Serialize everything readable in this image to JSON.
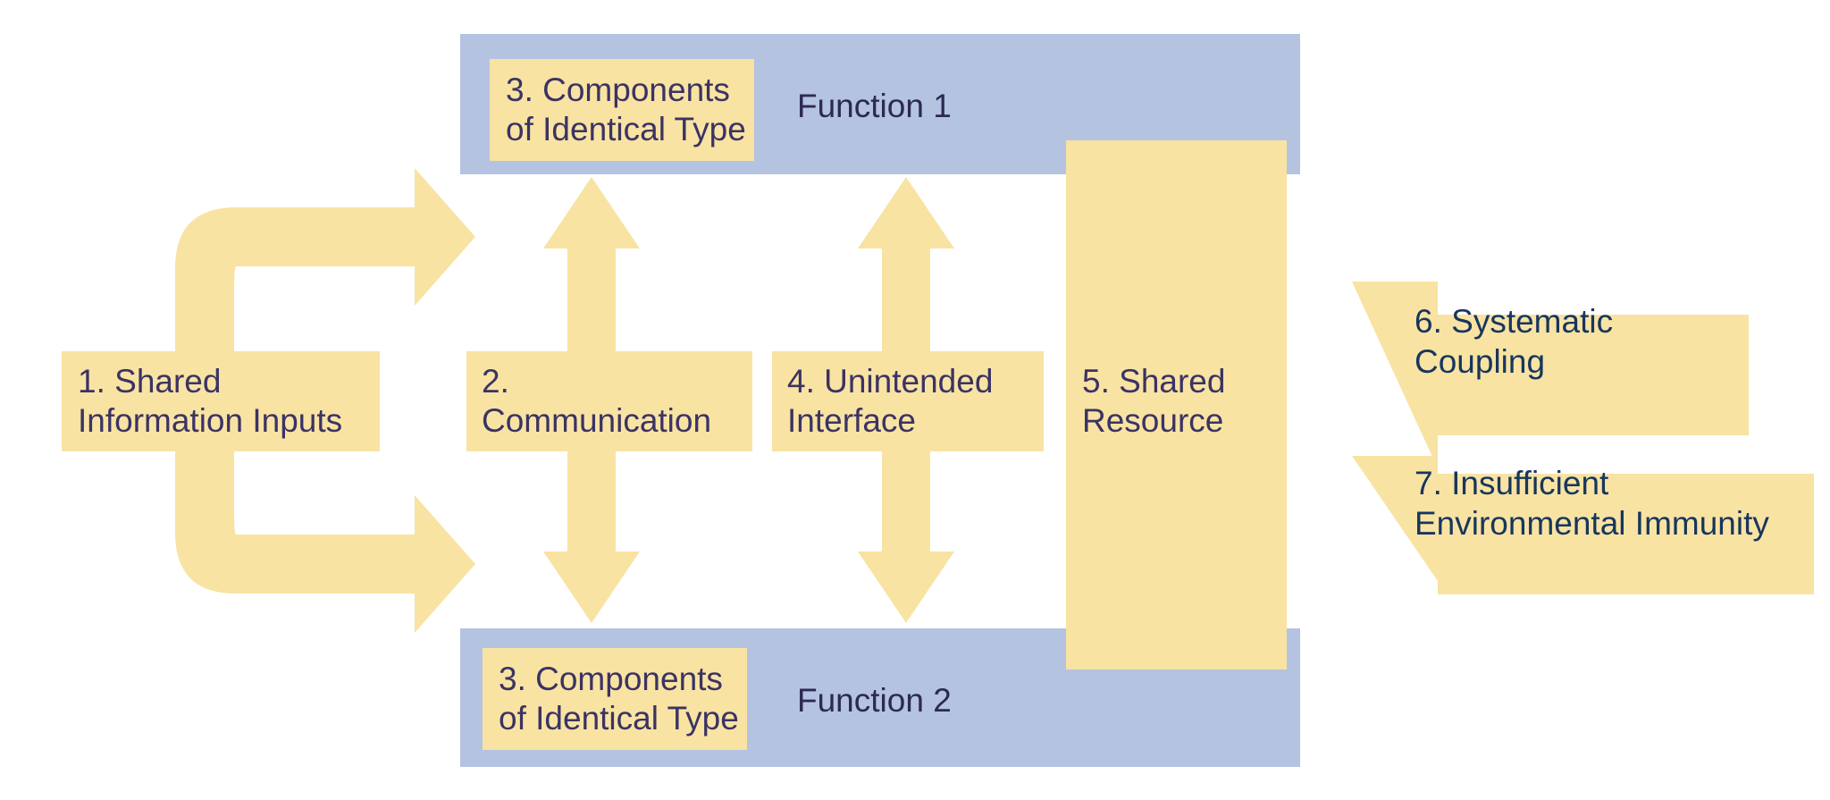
{
  "diagram": {
    "title": "Shared-resource / coupling interaction diagram",
    "colors": {
      "yellow": "#F8E3A3",
      "blue": "#B4C3E0",
      "text_dark_blue": "#17365D",
      "text_purple": "#3B3363",
      "background": "#FFFFFF"
    },
    "functions": [
      {
        "id": "function-1",
        "name": "Function 1",
        "component_label": "3. Components\nof Identical Type"
      },
      {
        "id": "function-2",
        "name": "Function 2",
        "component_label": "3. Components\nof Identical Type"
      }
    ],
    "labels": {
      "shared_information_inputs": "1. Shared\nInformation Inputs",
      "communication": "2.\nCommunication",
      "unintended_interface": "4. Unintended\nInterface",
      "shared_resource": "5. Shared\nResource",
      "systematic_coupling": "6. Systematic\nCoupling",
      "insufficient_environmental_immunity": "7. Insufficient\nEnvironmental Immunity"
    },
    "connectors": [
      {
        "id": "input-fork-arrow",
        "name": "shared-information-inputs-fork-arrow",
        "kind": "forked-curved-arrow",
        "direction": "right",
        "targets": [
          "function-1",
          "function-2"
        ]
      },
      {
        "id": "communication-arrow",
        "name": "communication-double-arrow",
        "kind": "double-headed-arrow",
        "direction": "vertical",
        "targets": [
          "function-1",
          "function-2"
        ]
      },
      {
        "id": "unintended-interface-arrow",
        "name": "unintended-interface-double-arrow",
        "kind": "double-headed-arrow",
        "direction": "vertical",
        "targets": [
          "function-1",
          "function-2"
        ]
      },
      {
        "id": "systematic-coupling-arrow",
        "name": "systematic-coupling-arrow",
        "kind": "block-arrow",
        "direction": "left",
        "targets": [
          "shared-resource"
        ]
      },
      {
        "id": "environmental-immunity-arrow",
        "name": "environmental-immunity-arrow",
        "kind": "block-arrow",
        "direction": "left",
        "targets": [
          "shared-resource"
        ]
      }
    ]
  }
}
